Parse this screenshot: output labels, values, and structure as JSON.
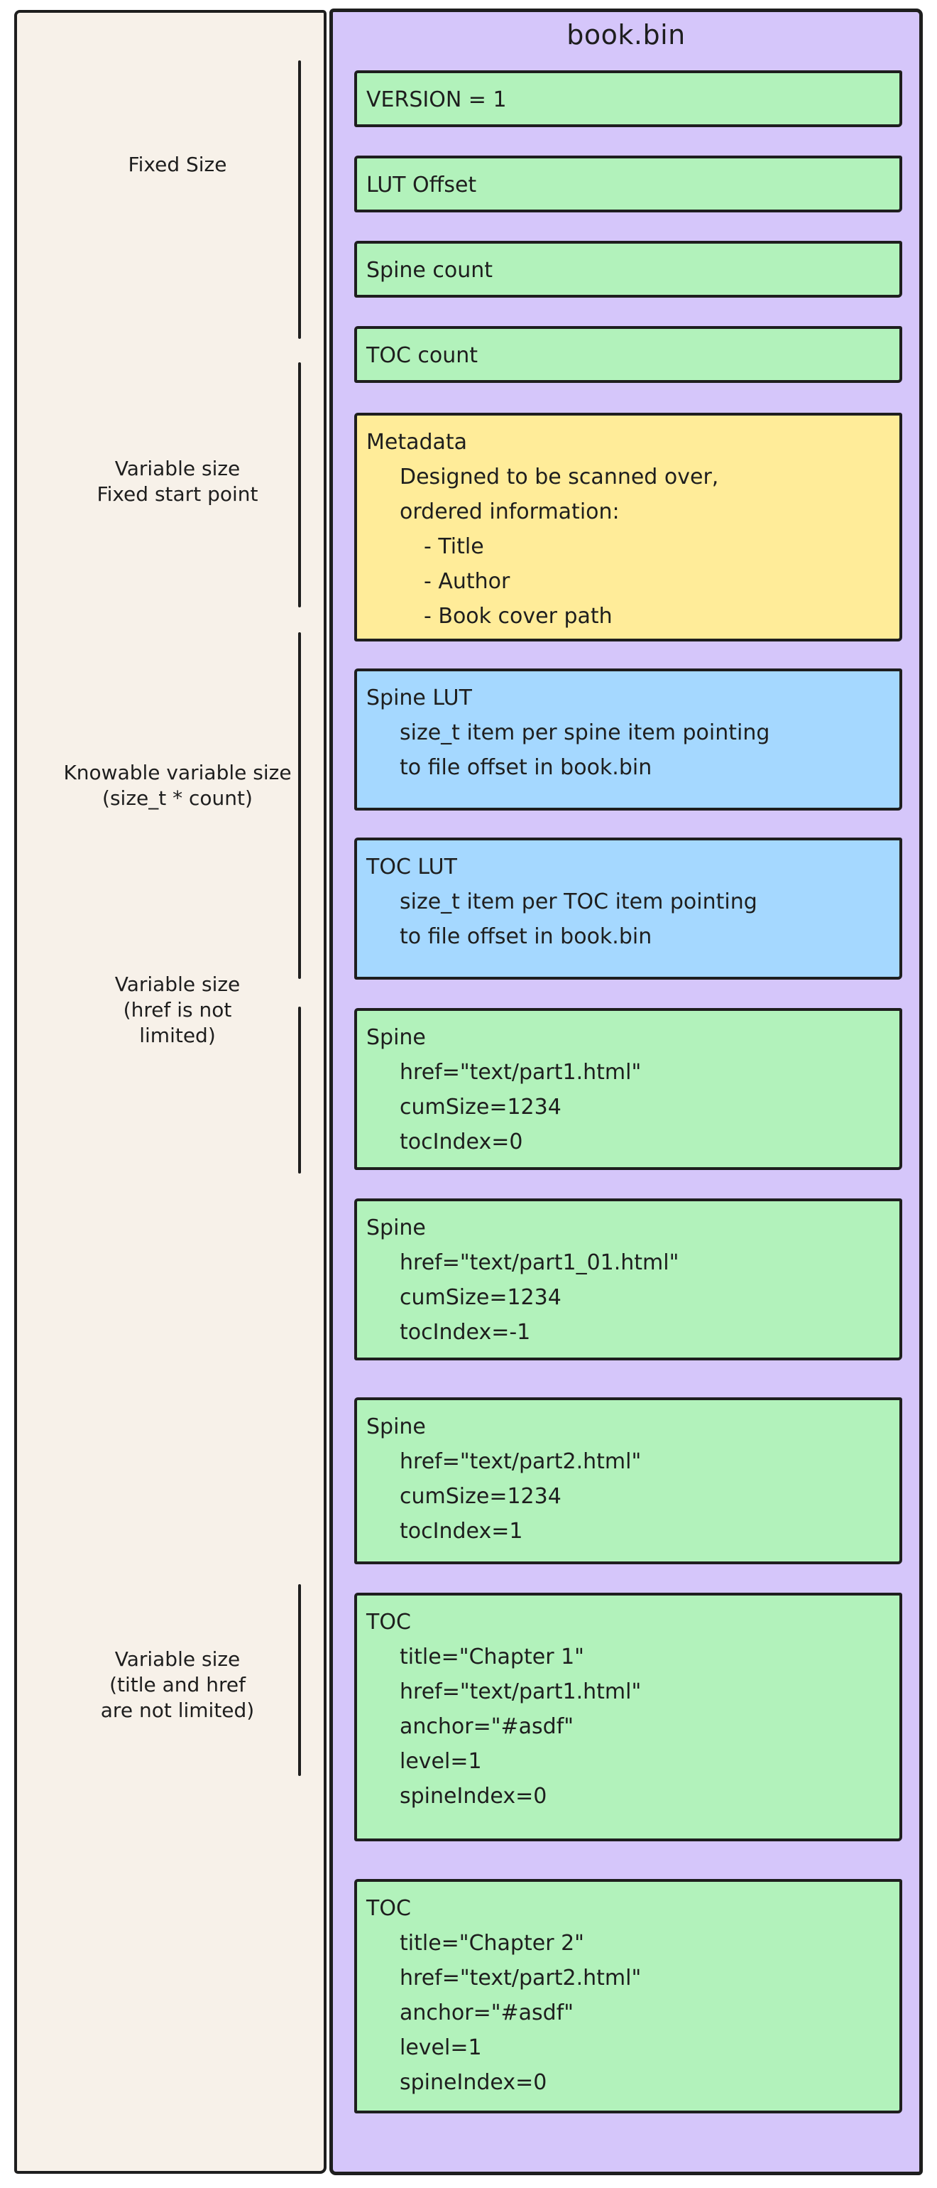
{
  "container": {
    "title": "book.bin"
  },
  "colors": {
    "stroke": "#1e1e1e",
    "left_panel_bg": "#f7f1e9",
    "container_bg": "#d5c6fa",
    "fixed_field_bg": "#b2f2bb",
    "metadata_bg": "#ffec99",
    "lut_bg": "#a5d8ff"
  },
  "side_labels": {
    "fixed_size": {
      "line1": "Fixed Size"
    },
    "var_fixed_start": {
      "line1": "Variable size",
      "line2": "Fixed start point"
    },
    "knowable": {
      "line1": "Knowable variable size",
      "line2": "(size_t * count)"
    },
    "var_href": {
      "line1": "Variable size",
      "line2": "(href is not",
      "line3": "limited)"
    },
    "var_title_href": {
      "line1": "Variable size",
      "line2": "(title and href",
      "line3": "are not limited)"
    }
  },
  "blocks": {
    "version": {
      "line1": "VERSION = 1"
    },
    "lut_offset": {
      "line1": "LUT Offset"
    },
    "spine_count": {
      "line1": "Spine count"
    },
    "toc_count": {
      "line1": "TOC count"
    },
    "metadata": {
      "line1": "Metadata",
      "line2": "Designed to be scanned over,",
      "line3": "ordered information:",
      "line4": "- Title",
      "line5": "- Author",
      "line6": "- Book cover path"
    },
    "spine_lut": {
      "line1": "Spine LUT",
      "line2": "size_t item per spine item pointing",
      "line3": "to file offset in book.bin"
    },
    "toc_lut": {
      "line1": "TOC LUT",
      "line2": "size_t item per TOC item pointing",
      "line3": "to file offset in book.bin"
    },
    "spine1": {
      "line1": "Spine",
      "line2": "href=\"text/part1.html\"",
      "line3": "cumSize=1234",
      "line4": "tocIndex=0"
    },
    "spine2": {
      "line1": "Spine",
      "line2": "href=\"text/part1_01.html\"",
      "line3": "cumSize=1234",
      "line4": "tocIndex=-1"
    },
    "spine3": {
      "line1": "Spine",
      "line2": "href=\"text/part2.html\"",
      "line3": "cumSize=1234",
      "line4": "tocIndex=1"
    },
    "toc1": {
      "line1": "TOC",
      "line2": "title=\"Chapter 1\"",
      "line3": "href=\"text/part1.html\"",
      "line4": "anchor=\"#asdf\"",
      "line5": "level=1",
      "line6": "spineIndex=0"
    },
    "toc2": {
      "line1": "TOC",
      "line2": "title=\"Chapter 2\"",
      "line3": "href=\"text/part2.html\"",
      "line4": "anchor=\"#asdf\"",
      "line5": "level=1",
      "line6": "spineIndex=0"
    }
  }
}
